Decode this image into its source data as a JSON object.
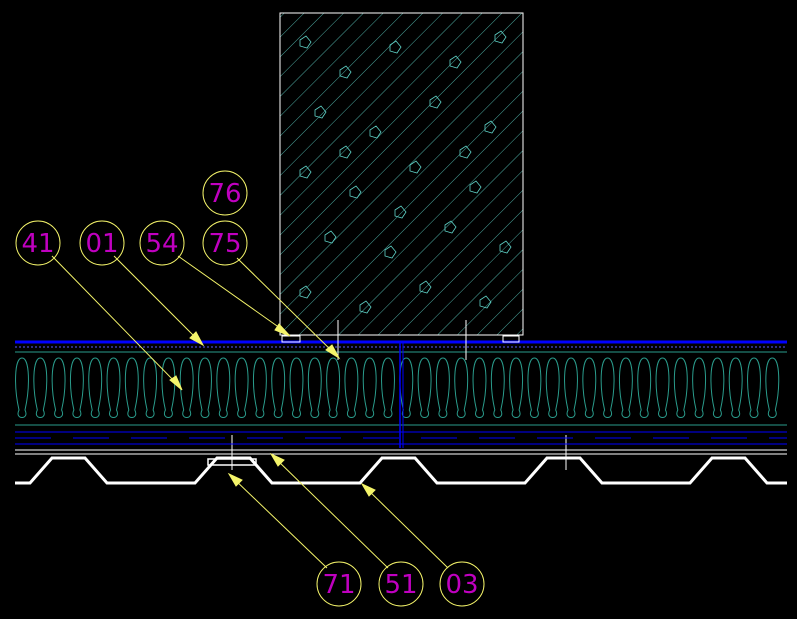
{
  "colors": {
    "background": "#000000",
    "bubble": "#f4f46a",
    "tag_text": "#c000c0",
    "leader": "#f4f46a",
    "membrane": "#0000ff",
    "insulation": "#2a9c8c",
    "hatch": "#5fd3c8",
    "deck": "#ffffff"
  },
  "tags": {
    "t76": "76",
    "t41": "41",
    "t01": "01",
    "t54": "54",
    "t75": "75",
    "t71": "71",
    "t51": "51",
    "t03": "03"
  }
}
